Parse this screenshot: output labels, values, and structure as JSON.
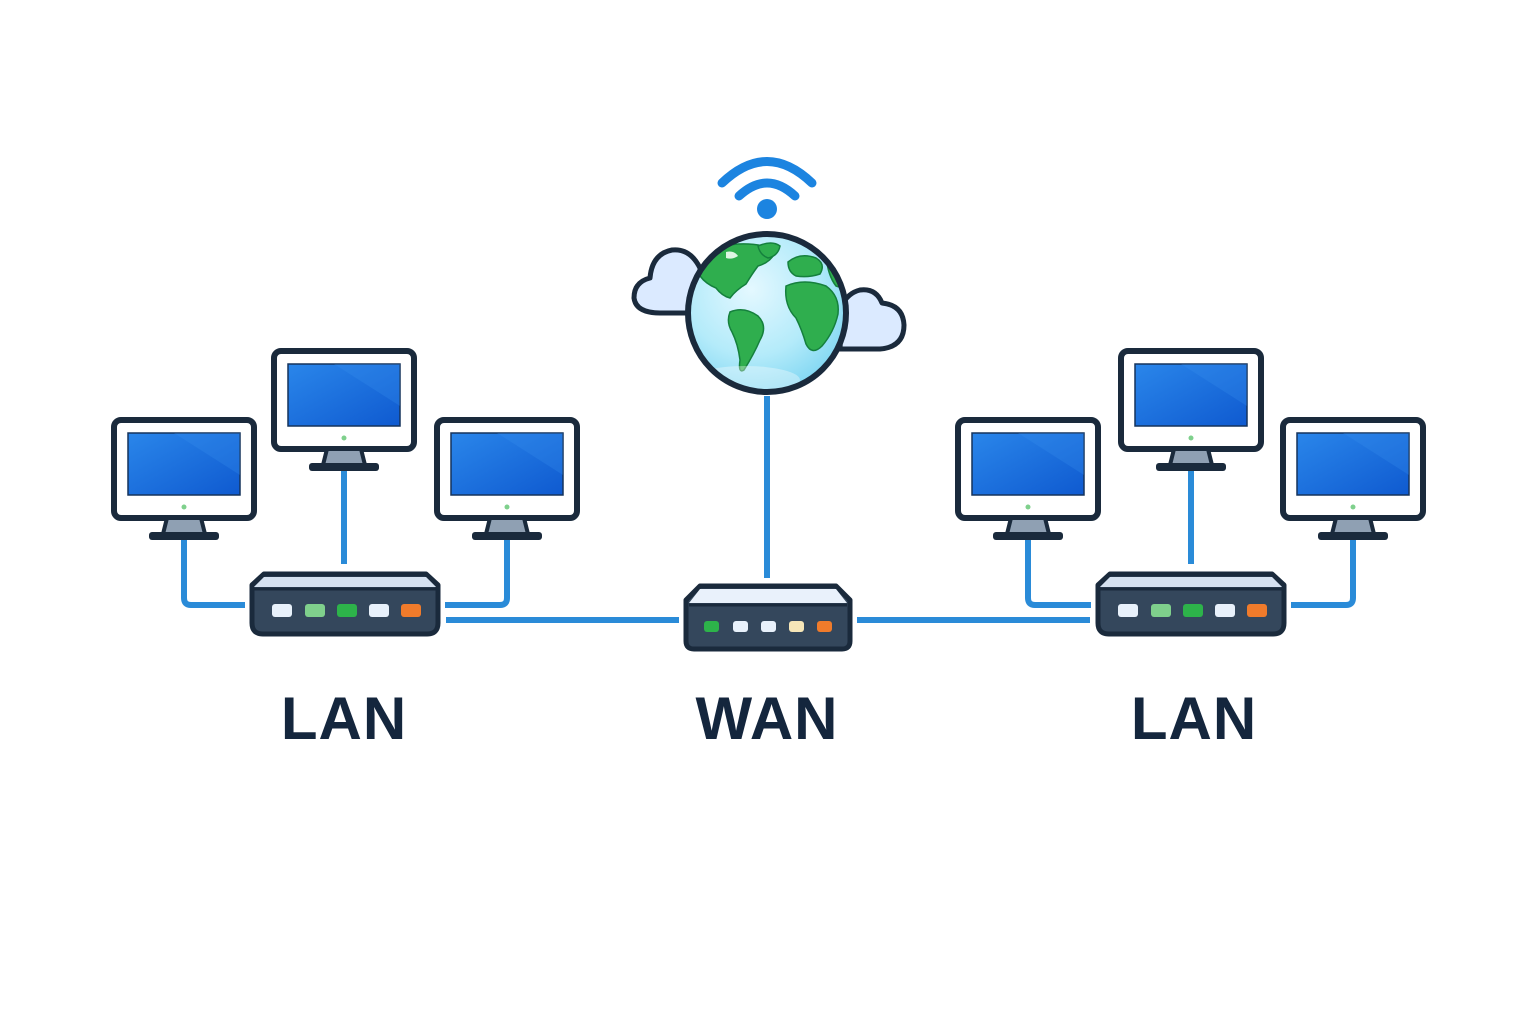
{
  "labels": {
    "lan_left": "LAN",
    "wan": "WAN",
    "lan_right": "LAN"
  },
  "icons": [
    "monitor-icon",
    "switch-icon",
    "router-icon",
    "globe-icon",
    "cloud-icon",
    "wifi-icon"
  ],
  "colors": {
    "outline": "#1a2a3c",
    "cable": "#2a8bd8",
    "screen": "#1466d9",
    "device_body": "#33475d",
    "led_green": "#2db34a",
    "led_light_green": "#7fd08c",
    "led_white": "#e8f1fb",
    "led_cream": "#f6e6b8",
    "led_orange": "#f07b2b",
    "wifi": "#1c84e0",
    "ocean": "#9fe1f6",
    "land": "#2fae4e",
    "cloud": "#dbeaff",
    "label_text": "#14263d"
  }
}
